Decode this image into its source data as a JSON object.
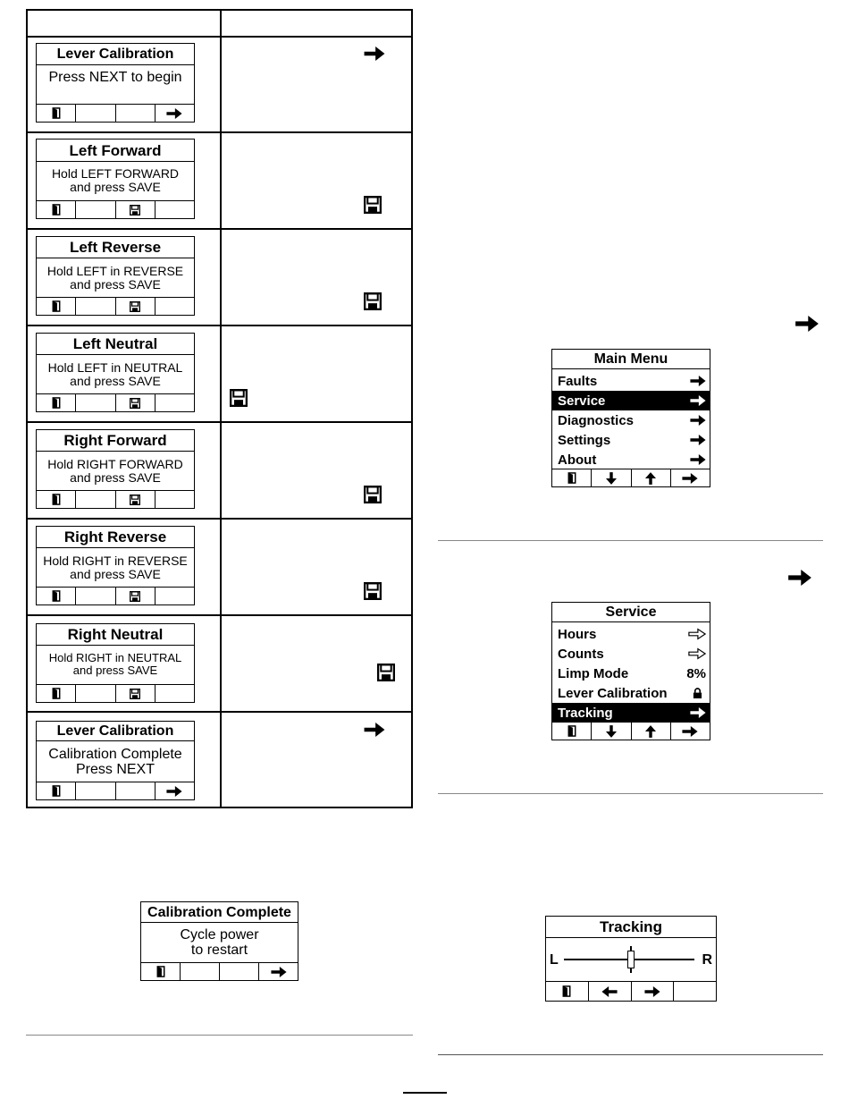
{
  "lever_cal_start": {
    "title": "Lever Calibration",
    "line1": "Press NEXT to begin"
  },
  "left_forward": {
    "title": "Left Forward",
    "line1": "Hold LEFT FORWARD",
    "line2": "and press SAVE"
  },
  "left_reverse": {
    "title": "Left Reverse",
    "line1": "Hold LEFT in REVERSE",
    "line2": "and press SAVE"
  },
  "left_neutral": {
    "title": "Left Neutral",
    "line1": "Hold LEFT in NEUTRAL",
    "line2": "and press SAVE"
  },
  "right_forward": {
    "title": "Right Forward",
    "line1": "Hold RIGHT FORWARD",
    "line2": "and press SAVE"
  },
  "right_reverse": {
    "title": "Right Reverse",
    "line1": "Hold RIGHT in REVERSE",
    "line2": "and press SAVE"
  },
  "right_neutral": {
    "title": "Right Neutral",
    "line1": "Hold RIGHT in NEUTRAL",
    "line2": "and press SAVE"
  },
  "lever_cal_end": {
    "title": "Lever Calibration",
    "line1": "Calibration Complete",
    "line2": "Press NEXT"
  },
  "cal_complete": {
    "title": "Calibration Complete",
    "line1": "Cycle power",
    "line2": "to restart"
  },
  "main_menu": {
    "title": "Main Menu",
    "items": [
      "Faults",
      "Service",
      "Diagnostics",
      "Settings",
      "About"
    ],
    "selected": "Service"
  },
  "service_menu": {
    "title": "Service",
    "items": [
      {
        "label": "Hours",
        "value_icon": "outline-arrow-right-icon"
      },
      {
        "label": "Counts",
        "value_icon": "outline-arrow-right-icon"
      },
      {
        "label": "Limp Mode",
        "value": "8%"
      },
      {
        "label": "Lever Calibration",
        "value_icon": "lock-icon"
      },
      {
        "label": "Tracking",
        "value_icon": "arrow-right-icon"
      }
    ],
    "selected": "Tracking"
  },
  "tracking": {
    "title": "Tracking",
    "left": "L",
    "right": "R"
  }
}
